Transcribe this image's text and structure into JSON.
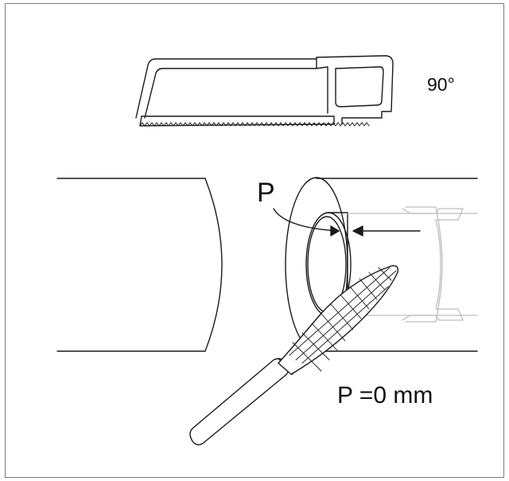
{
  "labels": {
    "cut_angle": "90°",
    "dimension_marker": "P",
    "formula": "P =0 mm"
  },
  "colors": {
    "line": "#1a1a1a",
    "fitting_ghost": "#bdbdbd",
    "frame": "#7a7a7a",
    "background": "#ffffff"
  },
  "icons": [
    "hacksaw-icon",
    "pipe-icon",
    "deburring-file-icon",
    "coupling-fitting-icon",
    "arrow-icon"
  ]
}
